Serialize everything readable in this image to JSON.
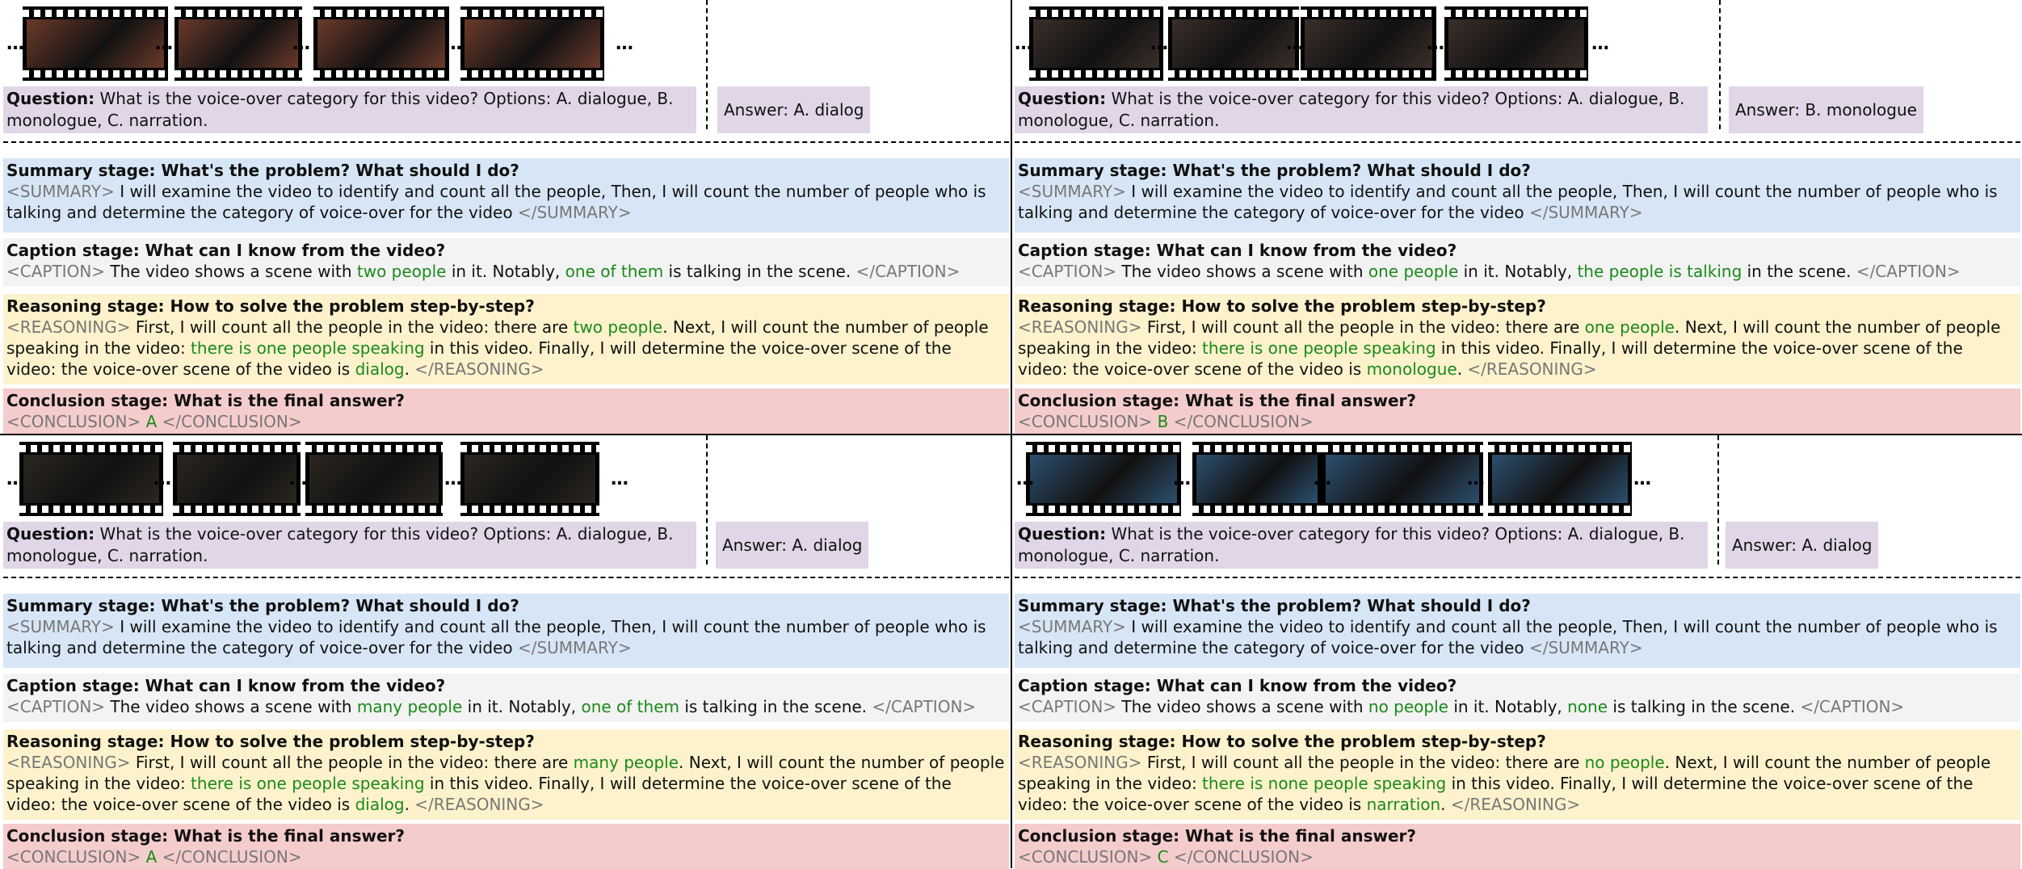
{
  "panels": [
    {
      "question_label": "Question:",
      "question_text": "What is the voice-over category for this video? Options: A. dialogue, B. monologue, C. narration.",
      "answer": "Answer: A. dialog",
      "summary_title": "Summary stage: What's the problem? What should I do?",
      "summary_open": "<SUMMARY>",
      "summary_text": "I will examine the video to identify and count all the people, Then, I will count the number of people who is talking and determine the category of voice-over for the video",
      "summary_close": "</SUMMARY>",
      "caption_title": "Caption stage: What can I know from the video?",
      "caption_open": "<CAPTION>",
      "caption_a": "The video shows a scene with",
      "caption_h1": "two people",
      "caption_b": "in it. Notably,",
      "caption_h2": "one of them",
      "caption_c": "is talking in the scene.",
      "caption_close": "</CAPTION>",
      "reasoning_title": "Reasoning stage: How to solve the problem step-by-step?",
      "reasoning_open": "<REASONING>",
      "reasoning_a": "First, I will count all the people in the video: there are",
      "reasoning_h1": "two people",
      "reasoning_b": ". Next, I will count the number of people speaking in the video:",
      "reasoning_h2": "there is one people speaking",
      "reasoning_c": "in this video. Finally, I will determine the voice-over scene of the video: the voice-over scene of the video is",
      "reasoning_h3": "dialog",
      "reasoning_d": ".",
      "reasoning_close": "</REASONING>",
      "conclusion_title": "Conclusion stage: What is the final answer?",
      "conclusion_open": "<CONCLUSION>",
      "conclusion_value": "A",
      "conclusion_close": "</CONCLUSION>"
    },
    {
      "question_label": "Question:",
      "question_text": "What is the voice-over category for this video? Options: A. dialogue, B. monologue, C. narration.",
      "answer": "Answer: B. monologue",
      "summary_title": "Summary stage: What's the problem? What should I do?",
      "summary_open": "<SUMMARY>",
      "summary_text": "I will examine the video to identify and count all the people, Then, I will count the number of people who is talking and determine the category of voice-over for the video",
      "summary_close": "</SUMMARY>",
      "caption_title": "Caption stage: What can I know from the video?",
      "caption_open": "<CAPTION>",
      "caption_a": "The video shows a scene with",
      "caption_h1": "one people",
      "caption_b": "in it. Notably,",
      "caption_h2": "the people is talking",
      "caption_c": "in the scene.",
      "caption_close": "</CAPTION>",
      "reasoning_title": "Reasoning stage: How to solve the problem step-by-step?",
      "reasoning_open": "<REASONING>",
      "reasoning_a": "First, I will count all the people in the video: there are",
      "reasoning_h1": "one people",
      "reasoning_b": ". Next, I will count the number of people speaking in the video:",
      "reasoning_h2": "there is one people speaking",
      "reasoning_c": "in this video. Finally, I will determine the voice-over scene of the video: the voice-over scene of the video is",
      "reasoning_h3": "monologue",
      "reasoning_d": ".",
      "reasoning_close": "</REASONING>",
      "conclusion_title": "Conclusion stage: What is the final answer?",
      "conclusion_open": "<CONCLUSION>",
      "conclusion_value": "B",
      "conclusion_close": "</CONCLUSION>"
    },
    {
      "question_label": "Question:",
      "question_text": "What is the voice-over category for this video? Options: A. dialogue, B. monologue, C. narration.",
      "answer": "Answer: A. dialog",
      "summary_title": "Summary stage: What's the problem? What should I do?",
      "summary_open": "<SUMMARY>",
      "summary_text": "I will examine the video to identify and count all the people, Then, I will count the number of people who is talking and determine the category of voice-over for the video",
      "summary_close": "</SUMMARY>",
      "caption_title": "Caption stage: What can I know from the video?",
      "caption_open": "<CAPTION>",
      "caption_a": "The video shows a scene with",
      "caption_h1": "many people",
      "caption_b": "in it. Notably,",
      "caption_h2": "one of them",
      "caption_c": "is talking in the scene.",
      "caption_close": "</CAPTION>",
      "reasoning_title": "Reasoning stage: How to solve the problem step-by-step?",
      "reasoning_open": "<REASONING>",
      "reasoning_a": "First, I will count all the people in the video: there are",
      "reasoning_h1": "many people",
      "reasoning_b": ". Next, I will count the number of people speaking in the video:",
      "reasoning_h2": "there is one people speaking",
      "reasoning_c": "in this video. Finally, I will determine the voice-over scene of the video: the voice-over scene of the video is",
      "reasoning_h3": "dialog",
      "reasoning_d": ".",
      "reasoning_close": "</REASONING>",
      "conclusion_title": "Conclusion stage: What is the final answer?",
      "conclusion_open": "<CONCLUSION>",
      "conclusion_value": "A",
      "conclusion_close": "</CONCLUSION>"
    },
    {
      "question_label": "Question:",
      "question_text": "What is the voice-over category for this video? Options: A. dialogue, B. monologue, C. narration.",
      "answer": "Answer: A. dialog",
      "summary_title": "Summary stage: What's the problem? What should I do?",
      "summary_open": "<SUMMARY>",
      "summary_text": "I will examine the video to identify and count all the people, Then, I will count the number of people who is talking and determine the category of voice-over for the video",
      "summary_close": "</SUMMARY>",
      "caption_title": "Caption stage: What can I know from the video?",
      "caption_open": "<CAPTION>",
      "caption_a": "The video shows a scene with",
      "caption_h1": "no people",
      "caption_b": "in it. Notably,",
      "caption_h2": "none",
      "caption_c": "is talking in the scene.",
      "caption_close": "</CAPTION>",
      "reasoning_title": "Reasoning stage: How to solve the problem step-by-step?",
      "reasoning_open": "<REASONING>",
      "reasoning_a": "First, I will count all the people in the video: there are",
      "reasoning_h1": "no people",
      "reasoning_b": ". Next, I will count the number of people speaking in the video:",
      "reasoning_h2": "there is none people speaking",
      "reasoning_c": "in this video. Finally, I will determine the voice-over scene of the video: the voice-over scene of the video is",
      "reasoning_h3": "narration",
      "reasoning_d": ".",
      "reasoning_close": "</REASONING>",
      "conclusion_title": "Conclusion stage: What is the final answer?",
      "conclusion_open": "<CONCLUSION>",
      "conclusion_value": "C",
      "conclusion_close": "</CONCLUSION>"
    }
  ],
  "film_dots": "…",
  "colors": {
    "question_bg": "#e0d6e8",
    "summary_bg": "#d7e6f6",
    "caption_bg": "#f3f3f3",
    "reasoning_bg": "#fdf2cc",
    "conclusion_bg": "#f5cccc",
    "highlight": "#1a8a1a",
    "tag": "#777777"
  },
  "frame_palettes": [
    "#6b3a2a",
    "#3a2f2a",
    "#2b2620",
    "#2c4f6e"
  ]
}
